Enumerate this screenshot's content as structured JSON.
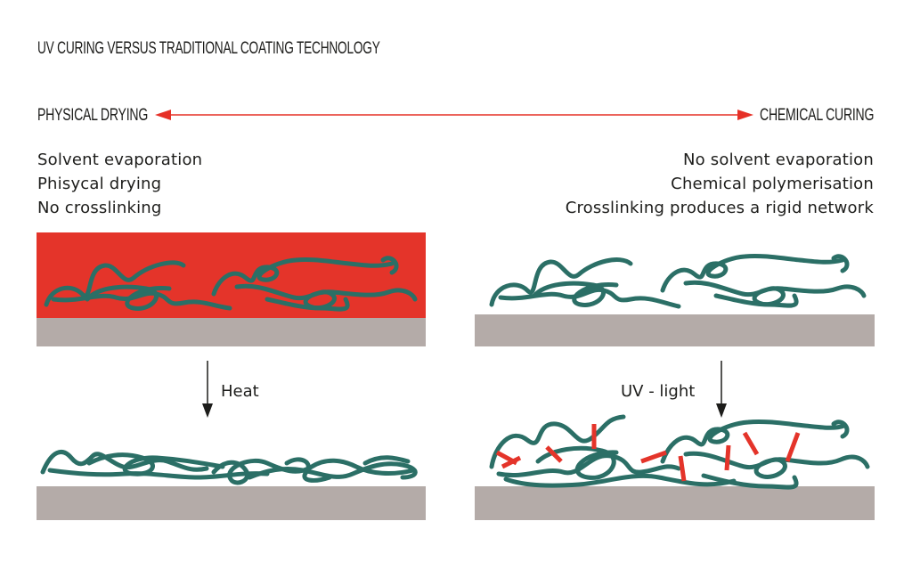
{
  "title": "UV CURING VERSUS TRADITIONAL COATING TECHNOLOGY",
  "axis": {
    "left_label": "PHYSICAL DRYING",
    "right_label": "CHEMICAL CURING",
    "arrow_color": "#e63027"
  },
  "left_panel": {
    "lines": [
      "Solvent evaporation",
      "Phisycal drying",
      "No crosslinking"
    ],
    "process_label": "Heat"
  },
  "right_panel": {
    "lines": [
      "No solvent evaporation",
      "Chemical polymerisation",
      "Crosslinking produces a rigid network"
    ],
    "process_label": "UV - light"
  },
  "colors": {
    "solvent": "#e4342a",
    "substrate": "#b4aba8",
    "polymer": "#2b6f66",
    "crosslink": "#e4342a",
    "arrow": "#1d1d1b"
  }
}
